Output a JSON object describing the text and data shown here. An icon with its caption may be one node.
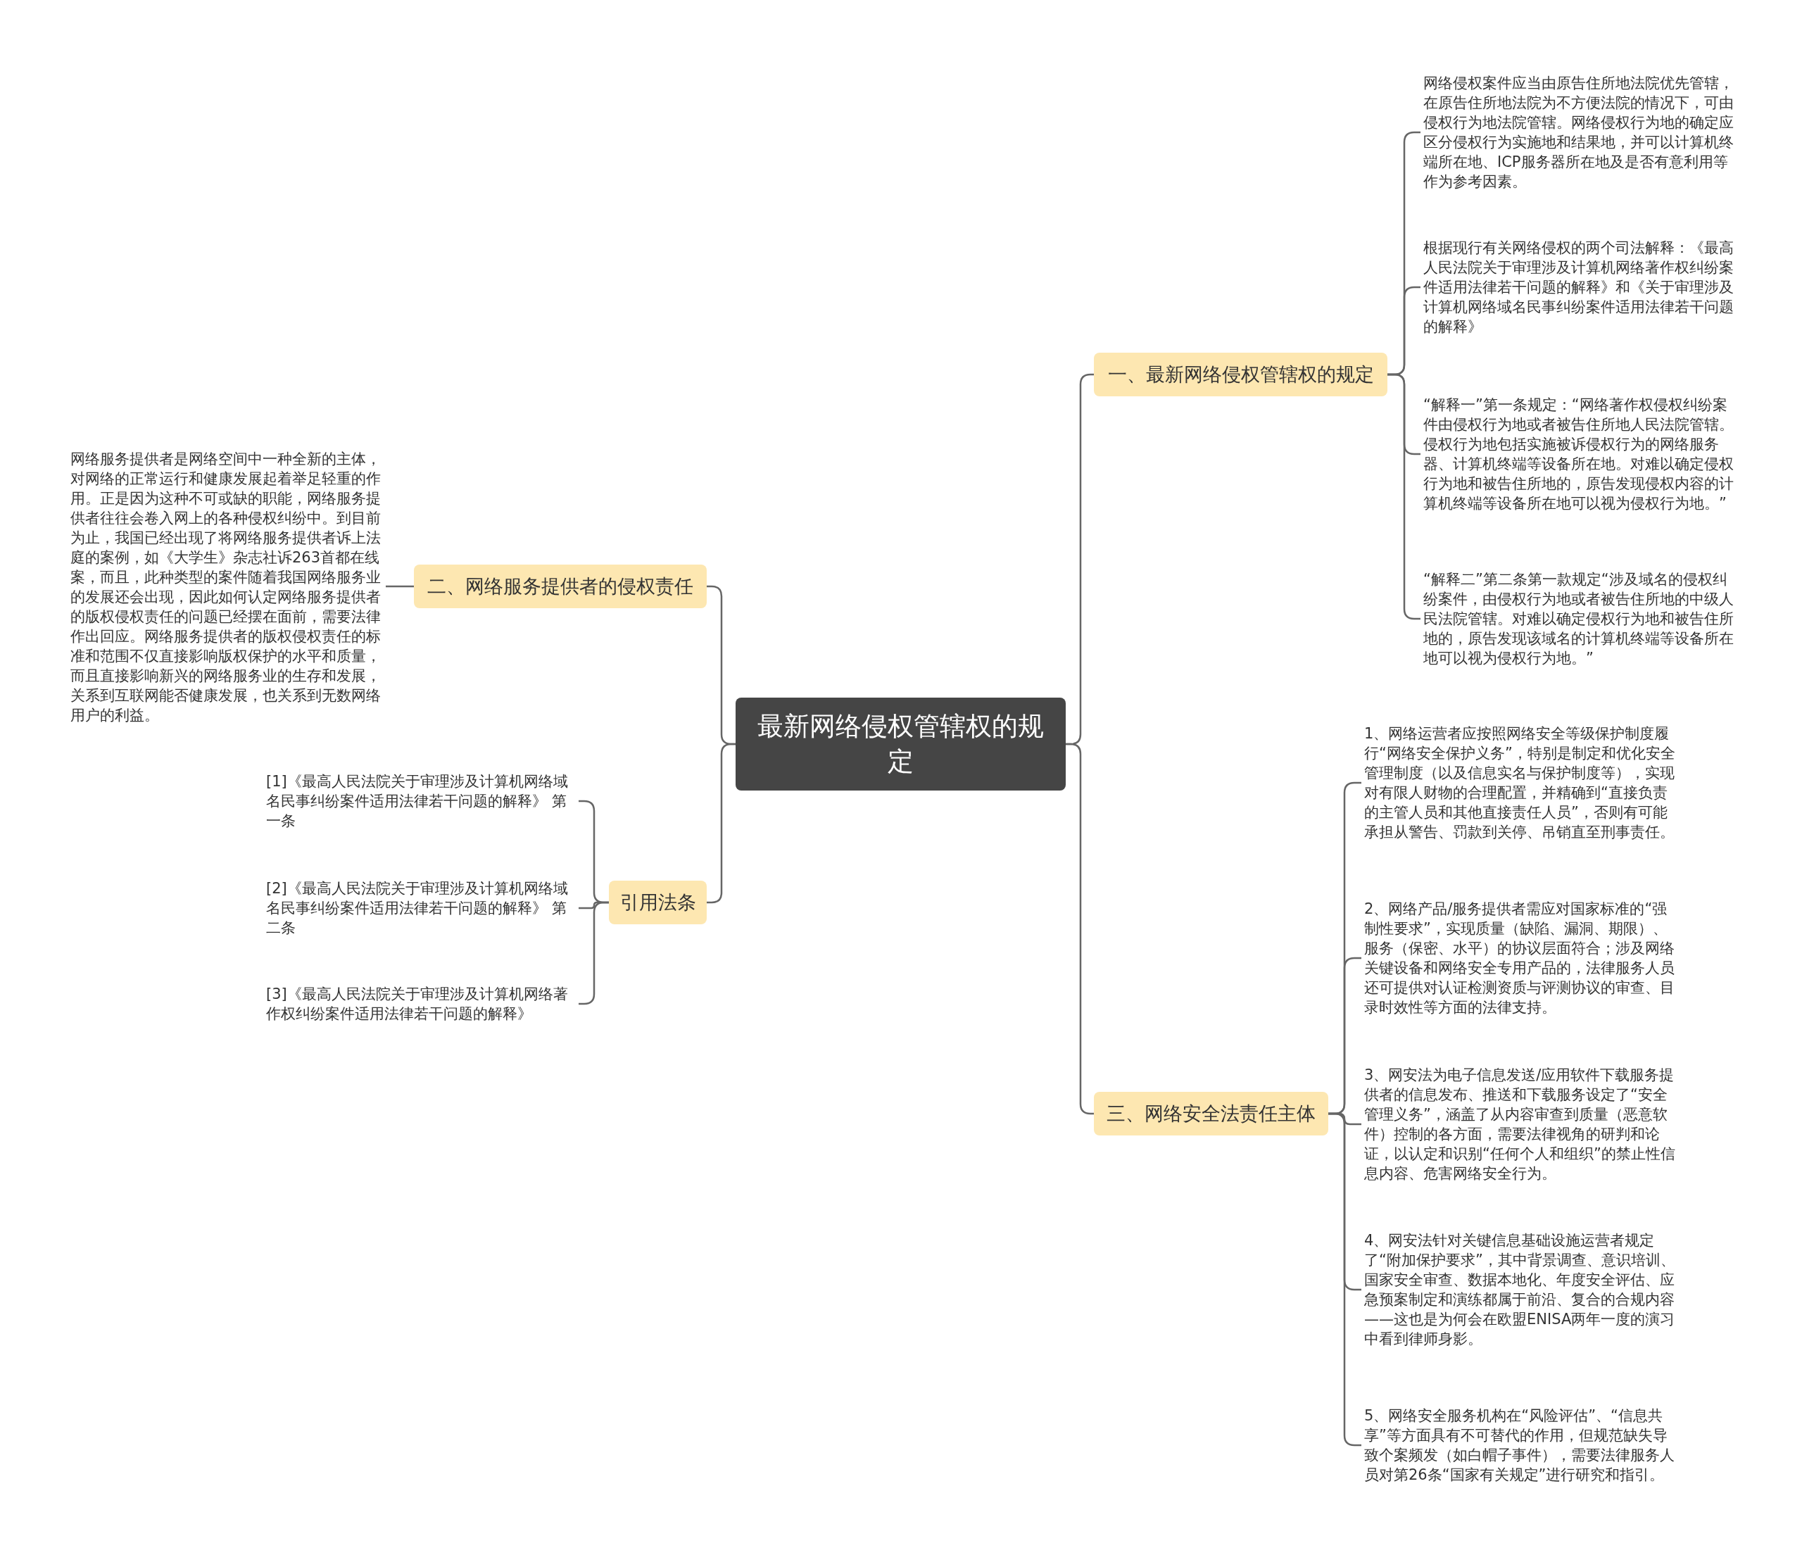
{
  "diagram": {
    "nodes": [
      {
        "text": [
          "最新网络侵权管辖权的规定"
        ]
      },
      {
        "text": [
          "一、最新网络侵权管辖权的规定"
        ]
      },
      {
        "text": [
          "网络侵权案件应当由原告住所地法院优先管辖，在原告住所地法院为不方便法院的情况下，可由侵权行为地法院管辖。网络侵权行为地的确定应区分侵权行为实施地和结果地，并可以计算机终端所在地、ICP服务器所在地及是否有意利用等作为参考因素。"
        ]
      },
      {
        "text": [
          "根据现行有关网络侵权的两个司法解释：《最高人民法院关于审理涉及计算机网络著作权纠纷案件适用法律若干问题的解释》和《关于审理涉及计算机网络域名民事纠纷案件适用法律若干问题的解释》"
        ]
      },
      {
        "text": [
          "“解释一”第一条规定：“网络著作权侵权纠纷案件由侵权行为地或者被告住所地人民法院管辖。侵权行为地包括实施被诉侵权行为的网络服务器、计算机终端等设备所在地。对难以确定侵权行为地和被告住所地的，原告发现侵权内容的计算机终端等设备所在地可以视为侵权行为地。”"
        ]
      },
      {
        "text": [
          "“解释二”第二条第一款规定“涉及域名的侵权纠纷案件，由侵权行为地或者被告住所地的中级人民法院管辖。对难以确定侵权行为地和被告住所地的，原告发现该域名的计算机终端等设备所在地可以视为侵权行为地。”"
        ]
      },
      {
        "text": [
          "二、网络服务提供者的侵权责任"
        ]
      },
      {
        "text": [
          "网络服务提供者是网络空间中一种全新的主体，对网络的正常运行和健康发展起着举足轻重的作用。正是因为这种不可或缺的职能，网络服务提供者往往会卷入网上的各种侵权纠纷中。到目前为止，我国已经出现了将网络服务提供者诉上法庭的案例，如《大学生》杂志社诉263首都在线案，而且，此种类型的案件随着我国网络服务业的发展还会出现，因此如何认定网络服务提供者的版权侵权责任的问题已经摆在面前，需要法律作出回应。网络服务提供者的版权侵权责任的标准和范围不仅直接影响版权保护的水平和质量，而且直接影响新兴的网络服务业的生存和发展，关系到互联网能否健康发展，也关系到无数网络用户的利益。"
        ]
      },
      {
        "text": [
          "引用法条"
        ]
      },
      {
        "text": [
          "[1]《最高人民法院关于审理涉及计算机网络域名民事纠纷案件适用法律若干问题的解释》 第一条"
        ]
      },
      {
        "text": [
          "[2]《最高人民法院关于审理涉及计算机网络域名民事纠纷案件适用法律若干问题的解释》 第二条"
        ]
      },
      {
        "text": [
          "[3]《最高人民法院关于审理涉及计算机网络著作权纠纷案件适用法律若干问题的解释》"
        ]
      },
      {
        "text": [
          "三、网络安全法责任主体"
        ]
      },
      {
        "text": [
          "1、网络运营者应按照网络安全等级保护制度履行“网络安全保护义务”，特别是制定和优化安全管理制度（以及信息实名与保护制度等），实现对有限人财物的合理配置，并精确到“直接负责的主管人员和其他直接责任人员”，否则有可能承担从警告、罚款到关停、吊销直至刑事责任。"
        ]
      },
      {
        "text": [
          "2、网络产品/服务提供者需应对国家标准的“强制性要求”，实现质量（缺陷、漏洞、期限）、服务（保密、水平）的协议层面符合；涉及网络关键设备和网络安全专用产品的，法律服务人员还可提供对认证检测资质与评测协议的审查、目录时效性等方面的法律支持。"
        ]
      },
      {
        "text": [
          "3、网安法为电子信息发送/应用软件下载服务提供者的信息发布、推送和下载服务设定了“安全管理义务”，涵盖了从内容审查到质量（恶意软件）控制的各方面，需要法律视角的研判和论证，以认定和识别“任何个人和组织”的禁止性信息内容、危害网络安全行为。"
        ]
      },
      {
        "text": [
          "4、网安法针对关键信息基础设施运营者规定了“附加保护要求”，其中背景调查、意识培训、国家安全审查、数据本地化、年度安全评估、应急预案制定和演练都属于前沿、复合的合规内容——这也是为何会在欧盟ENISA两年一度的演习中看到律师身影。"
        ]
      },
      {
        "text": [
          "5、网络安全服务机构在“风险评估”、“信息共享”等方面具有不可替代的作用，但规范缺失导致个案频发（如白帽子事件），需要法律服务人员对第26条“国家有关规定”进行研究和指引。"
        ]
      }
    ],
    "edges": [
      {
        "from": 0,
        "to": 1,
        "arrow": "none"
      },
      {
        "from": 1,
        "to": 2,
        "arrow": "none"
      },
      {
        "from": 1,
        "to": 3,
        "arrow": "none"
      },
      {
        "from": 1,
        "to": 4,
        "arrow": "none"
      },
      {
        "from": 1,
        "to": 5,
        "arrow": "none"
      },
      {
        "from": 0,
        "to": 6,
        "arrow": "none"
      },
      {
        "from": 6,
        "to": 7,
        "arrow": "none"
      },
      {
        "from": 0,
        "to": 8,
        "arrow": "none"
      },
      {
        "from": 8,
        "to": 9,
        "arrow": "none"
      },
      {
        "from": 8,
        "to": 10,
        "arrow": "none"
      },
      {
        "from": 8,
        "to": 11,
        "arrow": "none"
      },
      {
        "from": 0,
        "to": 12,
        "arrow": "none"
      },
      {
        "from": 12,
        "to": 13,
        "arrow": "none"
      },
      {
        "from": 12,
        "to": 14,
        "arrow": "none"
      },
      {
        "from": 12,
        "to": 15,
        "arrow": "none"
      },
      {
        "from": 12,
        "to": 16,
        "arrow": "none"
      },
      {
        "from": 12,
        "to": 17,
        "arrow": "none"
      }
    ]
  }
}
